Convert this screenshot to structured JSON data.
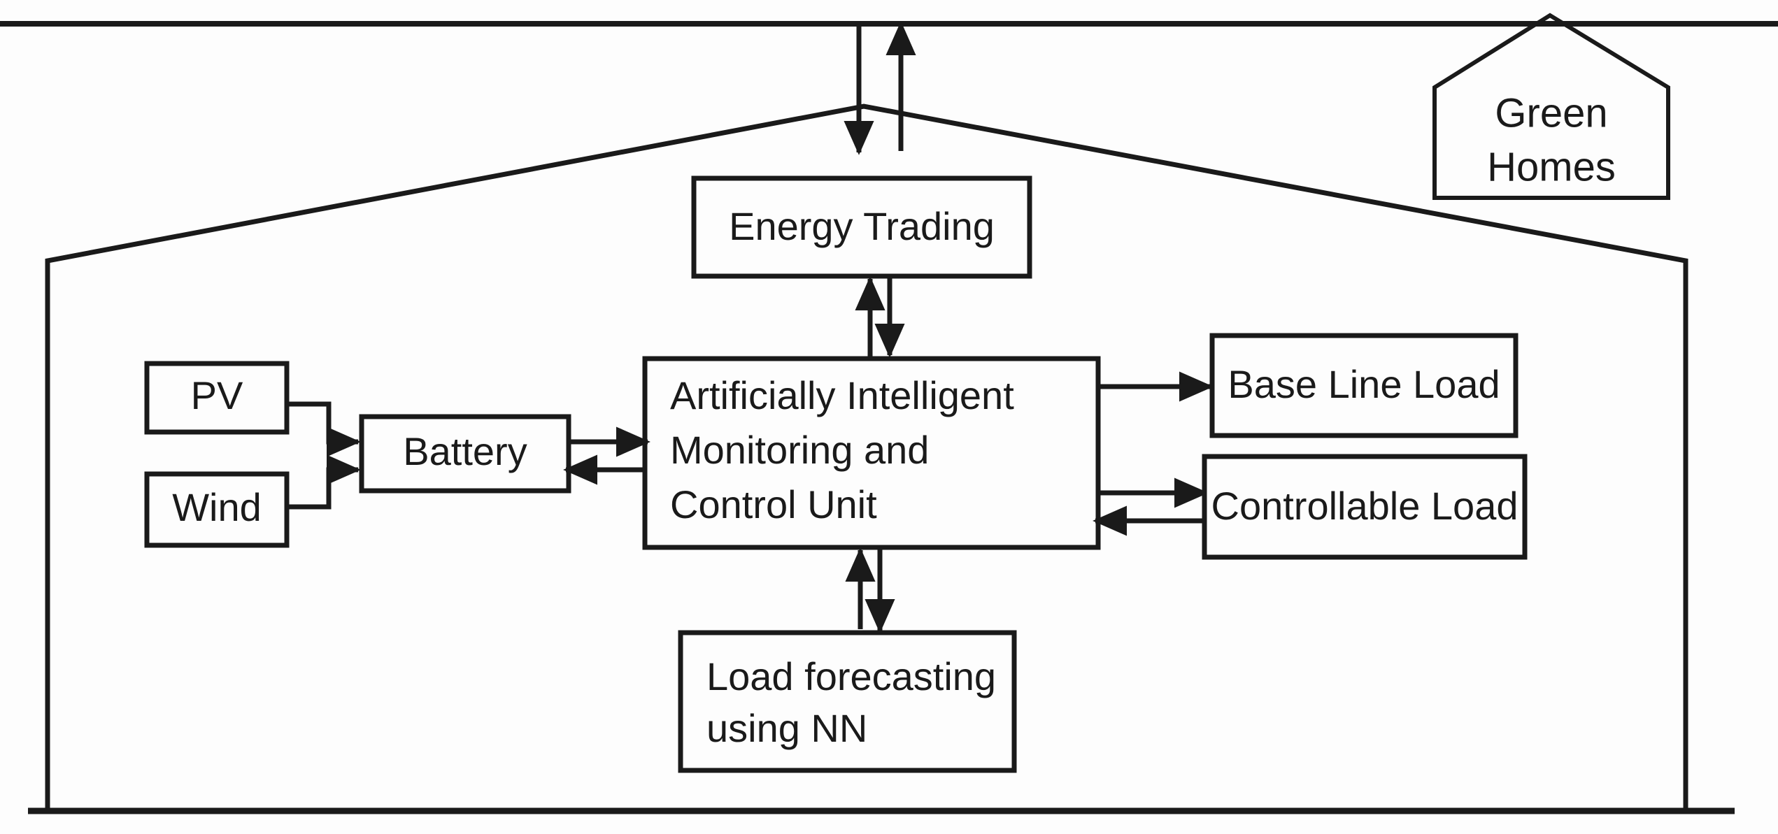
{
  "diagram": {
    "title": "Green Homes energy management block diagram",
    "stroke_color": "#1a1a1a",
    "fill_color": "#fdfdfd",
    "background_color": "#ffffff",
    "house_label": {
      "line1": "Green",
      "line2": "Homes"
    },
    "nodes": [
      {
        "id": "pv",
        "label": "PV"
      },
      {
        "id": "wind",
        "label": "Wind"
      },
      {
        "id": "battery",
        "label": "Battery"
      },
      {
        "id": "energy-trading",
        "label": "Energy Trading"
      },
      {
        "id": "ai-control-unit",
        "label_line1": "Artificially Intelligent",
        "label_line2": "Monitoring and",
        "label_line3": "Control Unit"
      },
      {
        "id": "base-line-load",
        "label": "Base Line Load"
      },
      {
        "id": "controllable-load",
        "label": "Controllable Load"
      },
      {
        "id": "load-forecasting",
        "label_line1": "Load forecasting",
        "label_line2": "using NN"
      }
    ],
    "edges": [
      {
        "from": "pv",
        "to": "battery",
        "direction": "one-way"
      },
      {
        "from": "wind",
        "to": "battery",
        "direction": "one-way"
      },
      {
        "from": "battery",
        "to": "ai-control-unit",
        "direction": "two-way"
      },
      {
        "from": "ai-control-unit",
        "to": "energy-trading",
        "direction": "two-way"
      },
      {
        "from": "ai-control-unit",
        "to": "base-line-load",
        "direction": "one-way"
      },
      {
        "from": "ai-control-unit",
        "to": "controllable-load",
        "direction": "two-way"
      },
      {
        "from": "ai-control-unit",
        "to": "load-forecasting",
        "direction": "two-way"
      },
      {
        "from": "grid",
        "to": "house",
        "direction": "two-way"
      }
    ]
  }
}
